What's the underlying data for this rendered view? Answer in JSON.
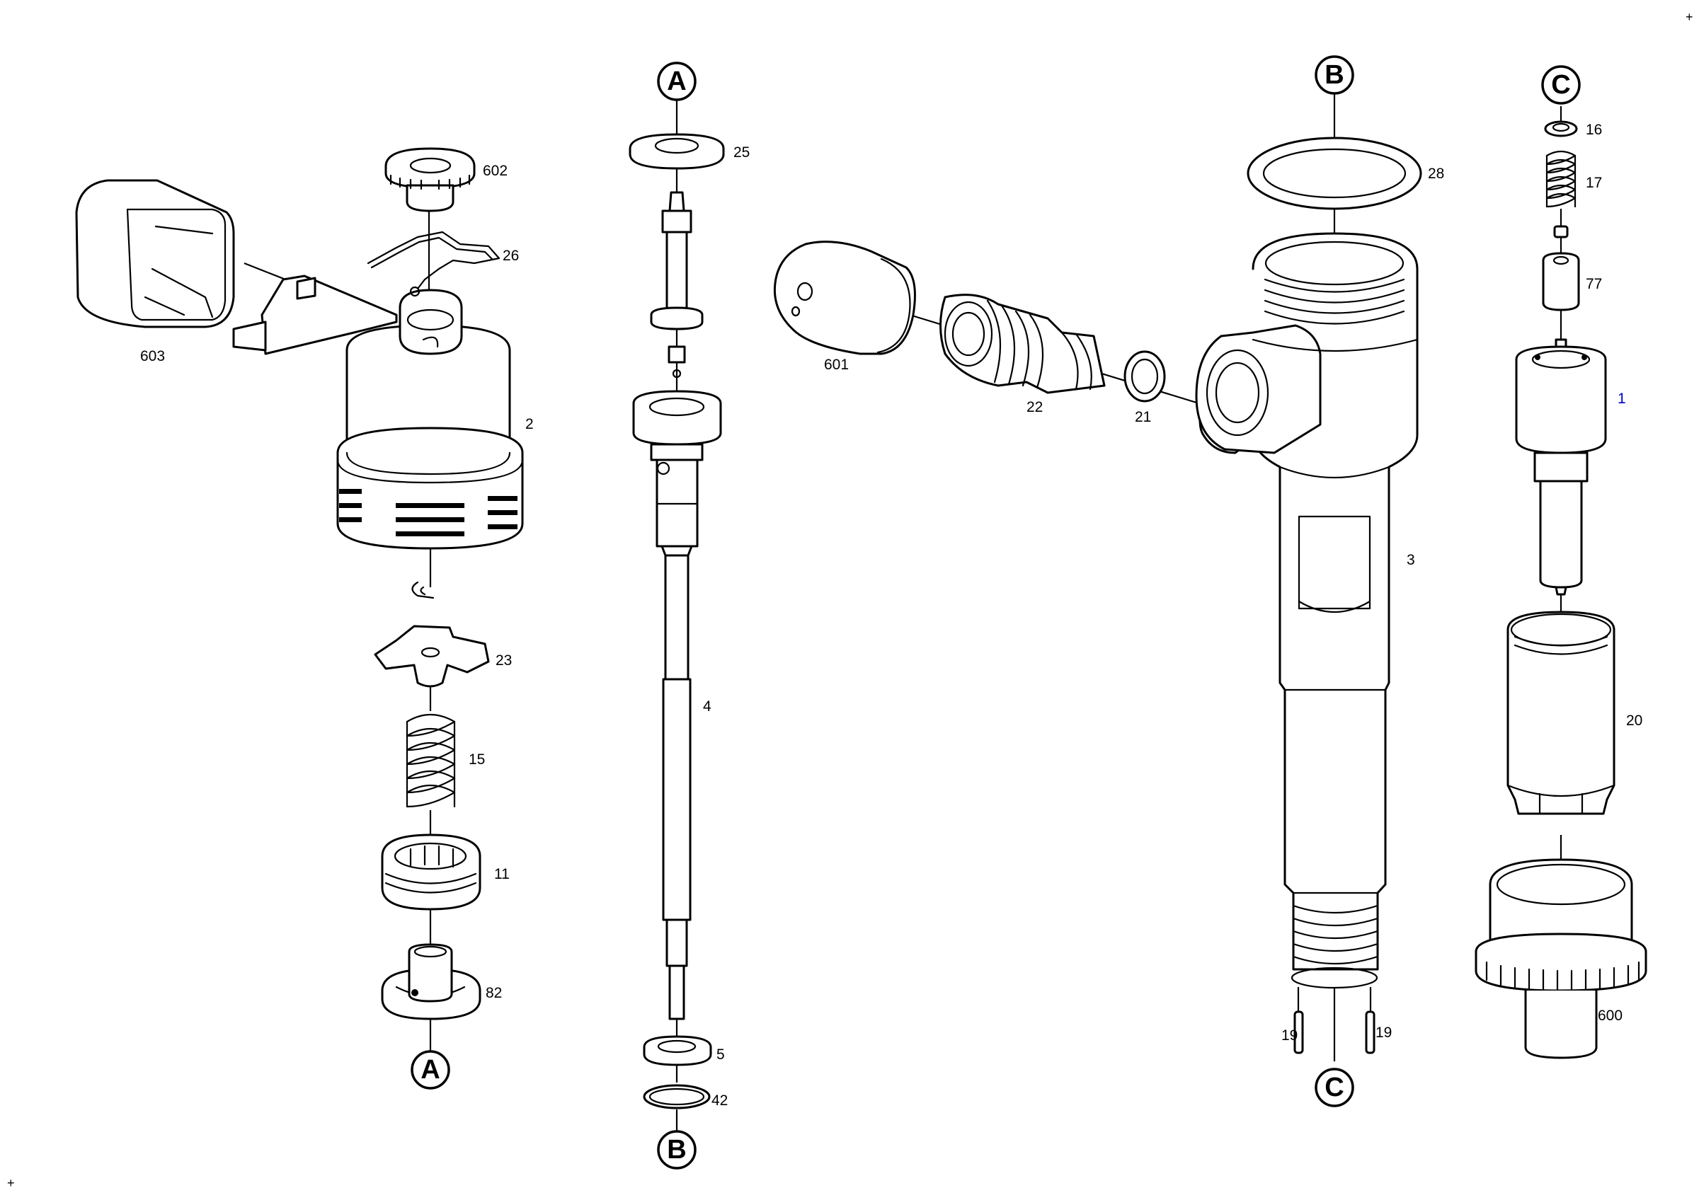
{
  "references": {
    "a_top": "A",
    "a_bottom": "A",
    "b_top": "B",
    "b_bottom": "B",
    "c_top": "C",
    "c_bottom": "C"
  },
  "parts": {
    "p602": "602",
    "p26": "26",
    "p603": "603",
    "p2": "2",
    "p23": "23",
    "p15": "15",
    "p11": "11",
    "p82": "82",
    "p25": "25",
    "p4": "4",
    "p5": "5",
    "p42": "42",
    "p601": "601",
    "p22": "22",
    "p21": "21",
    "p28": "28",
    "p3": "3",
    "p19_left": "19",
    "p19_right": "19",
    "p16": "16",
    "p17": "17",
    "p77": "77",
    "p1": "1",
    "p20": "20",
    "p600": "600"
  },
  "corner_marks": {
    "top_right": "+",
    "bottom_left": "+"
  },
  "colors": {
    "line": "#000000",
    "highlight_label": "#0000cc"
  }
}
